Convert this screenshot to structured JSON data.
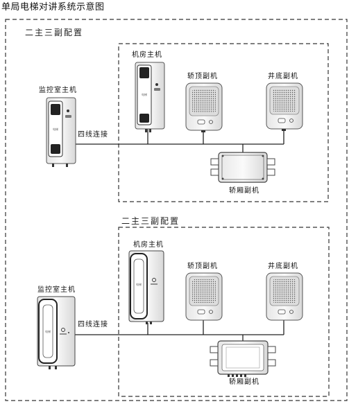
{
  "title": "单局电梯对讲系统示意图",
  "configs": [
    {
      "heading": "二主三副配置",
      "monitor_label": "监控室主机",
      "wiring_label": "四线连接",
      "machine_room_label": "机房主机",
      "car_top_label": "轿顶副机",
      "pit_label": "井底副机",
      "car_label": "轿厢副机",
      "handset_text": "电梯",
      "style": "classic"
    },
    {
      "heading": "二主三副配置",
      "monitor_label": "监控室主机",
      "wiring_label": "四线连接",
      "machine_room_label": "机房主机",
      "car_top_label": "轿顶副机",
      "pit_label": "井底副机",
      "car_label": "轿厢副机",
      "handset_text": "电梯",
      "style": "modern"
    }
  ],
  "colors": {
    "line": "#222222",
    "border_dash": "#333333",
    "device_body": "#f2f2f2",
    "device_dark": "#1a1a1a",
    "speaker_grille": "#555555"
  }
}
